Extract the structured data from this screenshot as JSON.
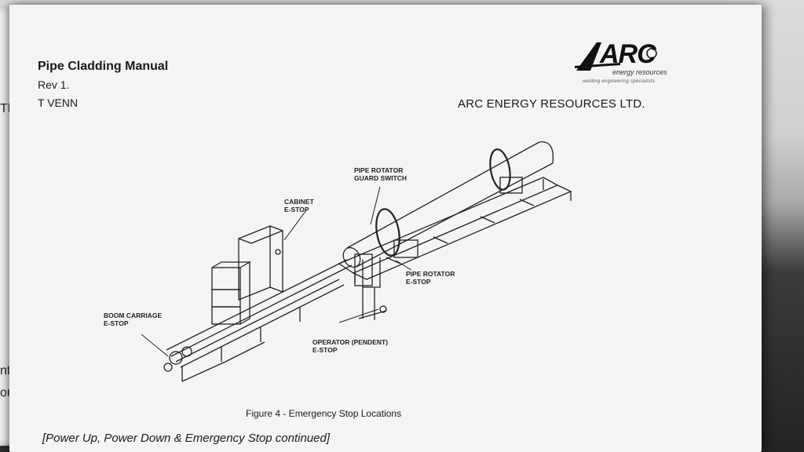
{
  "header": {
    "title": "Pipe Cladding Manual",
    "revision": "Rev 1.",
    "author": "T VENN",
    "company": "ARC ENERGY RESOURCES LTD."
  },
  "logo": {
    "mark": "ARC",
    "subtitle": "energy resources",
    "tagline": "welding engineering specialists"
  },
  "diagram_labels": {
    "pipe_rotator_guard_switch": [
      "PIPE ROTATOR",
      "GUARD SWITCH"
    ],
    "cabinet_estop": [
      "CABINET",
      "E-STOP"
    ],
    "pipe_rotator_estop": [
      "PIPE ROTATOR",
      "E-STOP"
    ],
    "boom_carriage_estop": [
      "BOOM CARRIAGE",
      "E-STOP"
    ],
    "operator_pendent_estop": [
      "OPERATOR (PENDENT)",
      "E-STOP"
    ]
  },
  "caption": "Figure 4 - Emergency Stop Locations",
  "footer": "[Power Up, Power Down & Emergency Stop continued]",
  "left_page_fragments": [
    "ntrols",
    "ontro",
    "TD."
  ],
  "colors": {
    "paper": "#f4f4f2",
    "ink": "#1a1a1a",
    "bleed": "#b9bbc0"
  }
}
